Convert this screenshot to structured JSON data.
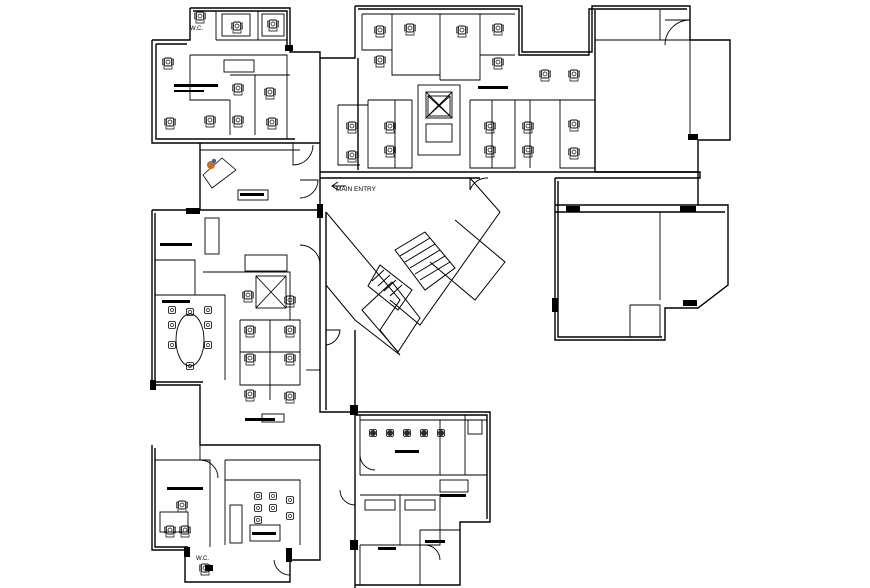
{
  "drawing": {
    "labels": {
      "main_entry": "MAIN ENTRY",
      "wc_top": "W.C.",
      "wc_bottom": "W.C."
    },
    "icons": {
      "entry_arrow": "arrow-left-icon",
      "workstation": "office-chair-desk-icon",
      "lift": "lift-shaft-icon",
      "staircase": "staircase-icon",
      "door": "door-swing-icon",
      "plant": "plant-icon"
    },
    "colors": {
      "line": "#000000",
      "background": "#ffffff",
      "plant_accent": "#d06a1a",
      "plant_accent_2": "#3a5db0"
    }
  }
}
